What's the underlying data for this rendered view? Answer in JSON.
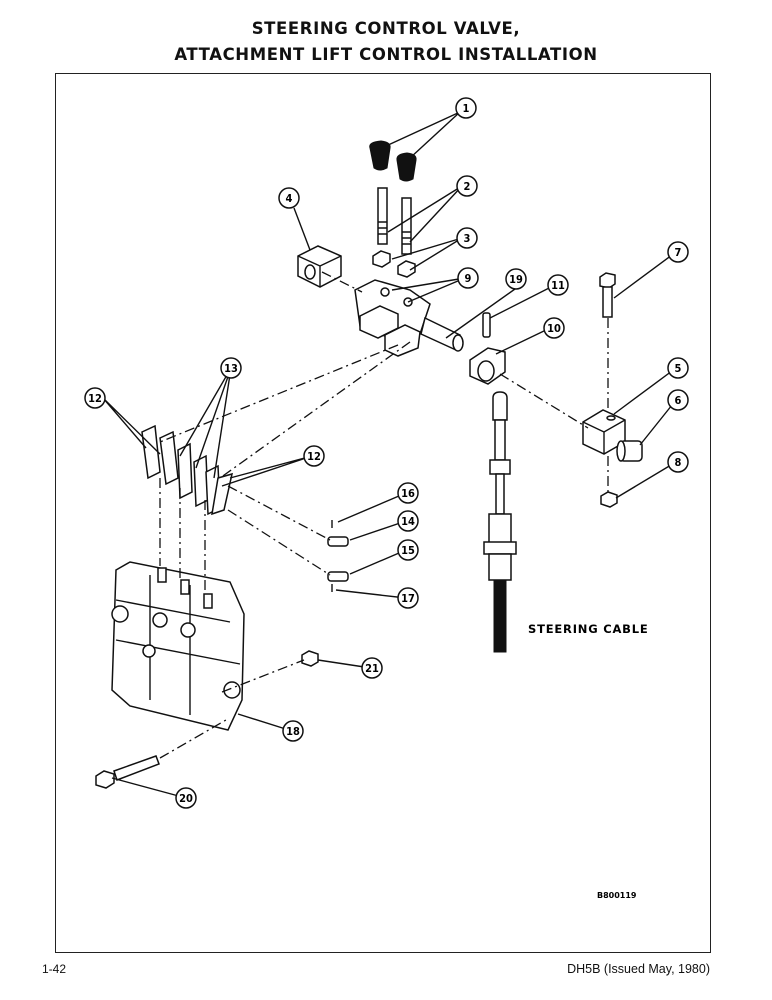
{
  "title": {
    "line1": "STEERING CONTROL VALVE,",
    "line2": "ATTACHMENT LIFT CONTROL INSTALLATION"
  },
  "diagram": {
    "steering_cable_label": "STEERING CABLE",
    "drawing_code": "B800119",
    "callouts": [
      "1",
      "2",
      "3",
      "4",
      "5",
      "6",
      "7",
      "8",
      "9",
      "10",
      "11",
      "12",
      "12",
      "13",
      "14",
      "15",
      "16",
      "17",
      "18",
      "19",
      "20",
      "21"
    ]
  },
  "footer": {
    "page_number": "1-42",
    "doc_info": "DH5B (Issued May, 1980)"
  }
}
